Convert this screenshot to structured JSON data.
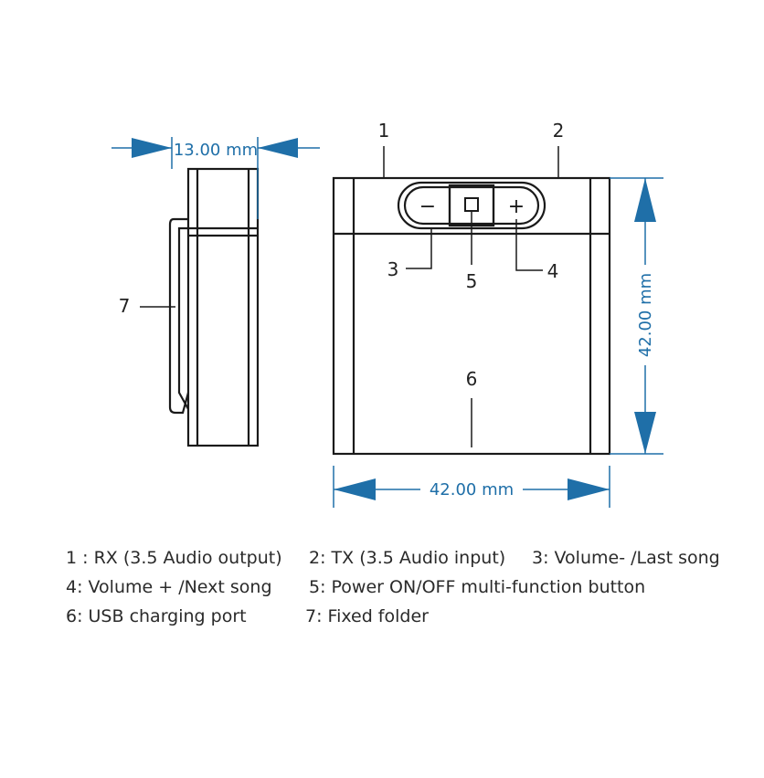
{
  "dimensions": {
    "thickness": "13.00 mm",
    "height": "42.00 mm",
    "width": "42.00 mm"
  },
  "callouts": {
    "c1": "1",
    "c2": "2",
    "c3": "3",
    "c4": "4",
    "c5": "5",
    "c6": "6",
    "c7": "7"
  },
  "buttons": {
    "minus": "−",
    "plus": "+"
  },
  "legend": {
    "item1": "1 : RX (3.5 Audio output)",
    "item2": "2: TX (3.5 Audio input)",
    "item3": "3: Volume- /Last song",
    "item4": "4: Volume + /Next song",
    "item5": "5: Power ON/OFF multi-function button",
    "item6": "6: USB charging port",
    "item7": "7: Fixed folder"
  },
  "colors": {
    "dimension": "#1f6fa8",
    "outline": "#1a1a1a",
    "text": "#2a2a2a"
  }
}
